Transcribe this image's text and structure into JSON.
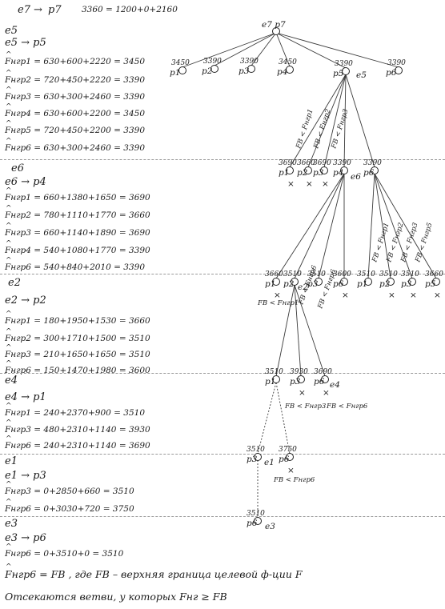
{
  "top": {
    "left": "e7",
    "arrow": "→",
    "right": "p7",
    "calc": "3360 = 1200+0+2160"
  },
  "sections": [
    {
      "id": "e5",
      "title": "e5",
      "move_left": "e5",
      "move_right": "p5",
      "equations": [
        {
          "lhs": "Fнгр1",
          "rhs": "= 630+600+2220 = 3450"
        },
        {
          "lhs": "Fнгр2",
          "rhs": "= 720+450+2220 = 3390"
        },
        {
          "lhs": "Fнгр3",
          "rhs": "= 630+300+2460 = 3390"
        },
        {
          "lhs": "Fнгр4",
          "rhs": "= 630+600+2200 = 3450"
        },
        {
          "lhs": "Fнгр5",
          "rhs": "= 720+450+2200 = 3390"
        },
        {
          "lhs": "Fнгр6",
          "rhs": "= 630+300+2460 = 3390"
        }
      ]
    },
    {
      "id": "e6",
      "title": "e6",
      "move_left": "e6",
      "move_right": "p4",
      "equations": [
        {
          "lhs": "Fнгр1",
          "rhs": "= 660+1380+1650 = 3690"
        },
        {
          "lhs": "Fнгр2",
          "rhs": "= 780+1110+1770 = 3660"
        },
        {
          "lhs": "Fнгр3",
          "rhs": "= 660+1140+1890 = 3690"
        },
        {
          "lhs": "Fнгр4",
          "rhs": "= 540+1080+1770 = 3390"
        },
        {
          "lhs": "Fнгр6",
          "rhs": "= 540+840+2010 = 3390"
        }
      ]
    },
    {
      "id": "e2",
      "title": "e2",
      "move_left": "e2",
      "move_right": "p2",
      "equations": [
        {
          "lhs": "Fнгр1",
          "rhs": "= 180+1950+1530 = 3660"
        },
        {
          "lhs": "Fнгр2",
          "rhs": "= 300+1710+1500 = 3510"
        },
        {
          "lhs": "Fнгр3",
          "rhs": "= 210+1650+1650 = 3510"
        },
        {
          "lhs": "Fнгр6",
          "rhs": "= 150+1470+1980 = 3600"
        }
      ]
    },
    {
      "id": "e4",
      "title": "e4",
      "move_left": "e4",
      "move_right": "p1",
      "equations": [
        {
          "lhs": "Fнгр1",
          "rhs": "= 240+2370+900 = 3510"
        },
        {
          "lhs": "Fнгр3",
          "rhs": "= 480+2310+1140 = 3930"
        },
        {
          "lhs": "Fнгр6",
          "rhs": "= 240+2310+1140 = 3690"
        }
      ]
    },
    {
      "id": "e1",
      "title": "e1",
      "move_left": "e1",
      "move_right": "p3",
      "equations": [
        {
          "lhs": "Fнгр3",
          "rhs": "= 0+2850+660 = 3510"
        },
        {
          "lhs": "Fнгр6",
          "rhs": "= 0+3030+720 = 3750"
        }
      ]
    },
    {
      "id": "e3",
      "title": "e3",
      "move_left": "e3",
      "move_right": "p6",
      "equations": [
        {
          "lhs": "Fнгр6",
          "rhs": "= 0+3510+0 = 3510"
        }
      ]
    }
  ],
  "footer": {
    "line1_lhs": "Fнгр6",
    "line1_mid": " = FB ,",
    "line1_rest": " где FB – верхняя граница целевой ф-ции F",
    "line2": "Отсекаются ветви, у которых  Fнг ≥ FB"
  },
  "tree": {
    "root": {
      "label": "e7 p7"
    },
    "levels": [
      {
        "parent_label": "e5",
        "nodes": [
          {
            "label": "p1",
            "value": "3450",
            "pruned": false
          },
          {
            "label": "p2",
            "value": "3390",
            "pruned": false
          },
          {
            "label": "p3",
            "value": "3390",
            "pruned": false
          },
          {
            "label": "p4",
            "value": "3450",
            "pruned": false
          },
          {
            "label": "p5",
            "value": "3390",
            "pruned": false
          },
          {
            "label": "p6",
            "value": "3390",
            "pruned": false
          }
        ]
      },
      {
        "parent_label": "e6",
        "nodes": [
          {
            "label": "p1",
            "value": "3690",
            "pruned": true
          },
          {
            "label": "p2",
            "value": "3660",
            "pruned": true
          },
          {
            "label": "p3",
            "value": "3690",
            "pruned": true
          },
          {
            "label": "p4",
            "value": "3390",
            "pruned": false
          },
          {
            "label": "p6",
            "value": "3390",
            "pruned": false
          }
        ]
      },
      {
        "parent_label": "e2",
        "nodes": [
          {
            "label": "p1",
            "value": "3660",
            "pruned": true
          },
          {
            "label": "p2",
            "value": "3510",
            "pruned": false
          },
          {
            "label": "p3",
            "value": "3510",
            "pruned": false
          },
          {
            "label": "p6",
            "value": "3600",
            "pruned": true
          },
          {
            "label": "p1",
            "value": "3510",
            "pruned": false
          },
          {
            "label": "p2",
            "value": "3510",
            "pruned": true
          },
          {
            "label": "p3",
            "value": "3510",
            "pruned": true
          },
          {
            "label": "p5",
            "value": "3660",
            "pruned": true
          }
        ]
      },
      {
        "parent_label": "e4",
        "nodes": [
          {
            "label": "p1",
            "value": "3510",
            "pruned": false
          },
          {
            "label": "p3",
            "value": "3930",
            "pruned": true
          },
          {
            "label": "p6",
            "value": "3690",
            "pruned": true
          }
        ]
      },
      {
        "parent_label": "e1",
        "nodes": [
          {
            "label": "p3",
            "value": "3510",
            "pruned": false
          },
          {
            "label": "p6",
            "value": "3750",
            "pruned": true
          }
        ]
      },
      {
        "parent_label": "e3",
        "nodes": [
          {
            "label": "p6",
            "value": "3510",
            "pruned": false
          }
        ]
      }
    ],
    "branch_labels": {
      "e5_to_e6": [
        "FB < Fнгр1",
        "FB < Fнгр2",
        "FB < Fнгр3"
      ],
      "e6_to_e2_right": [
        "FB < Fнгр1",
        "FB < Fнгр2",
        "FB < Fнгр3",
        "FB < Fнгр5"
      ],
      "e2_below": [
        "FB < Fнгр1",
        "FB < Fнгр6"
      ],
      "e4_below": [
        "FB < Fнгр3",
        "FB < Fнгр6"
      ],
      "e1_below": [
        "FB < Fнгр6"
      ]
    }
  }
}
